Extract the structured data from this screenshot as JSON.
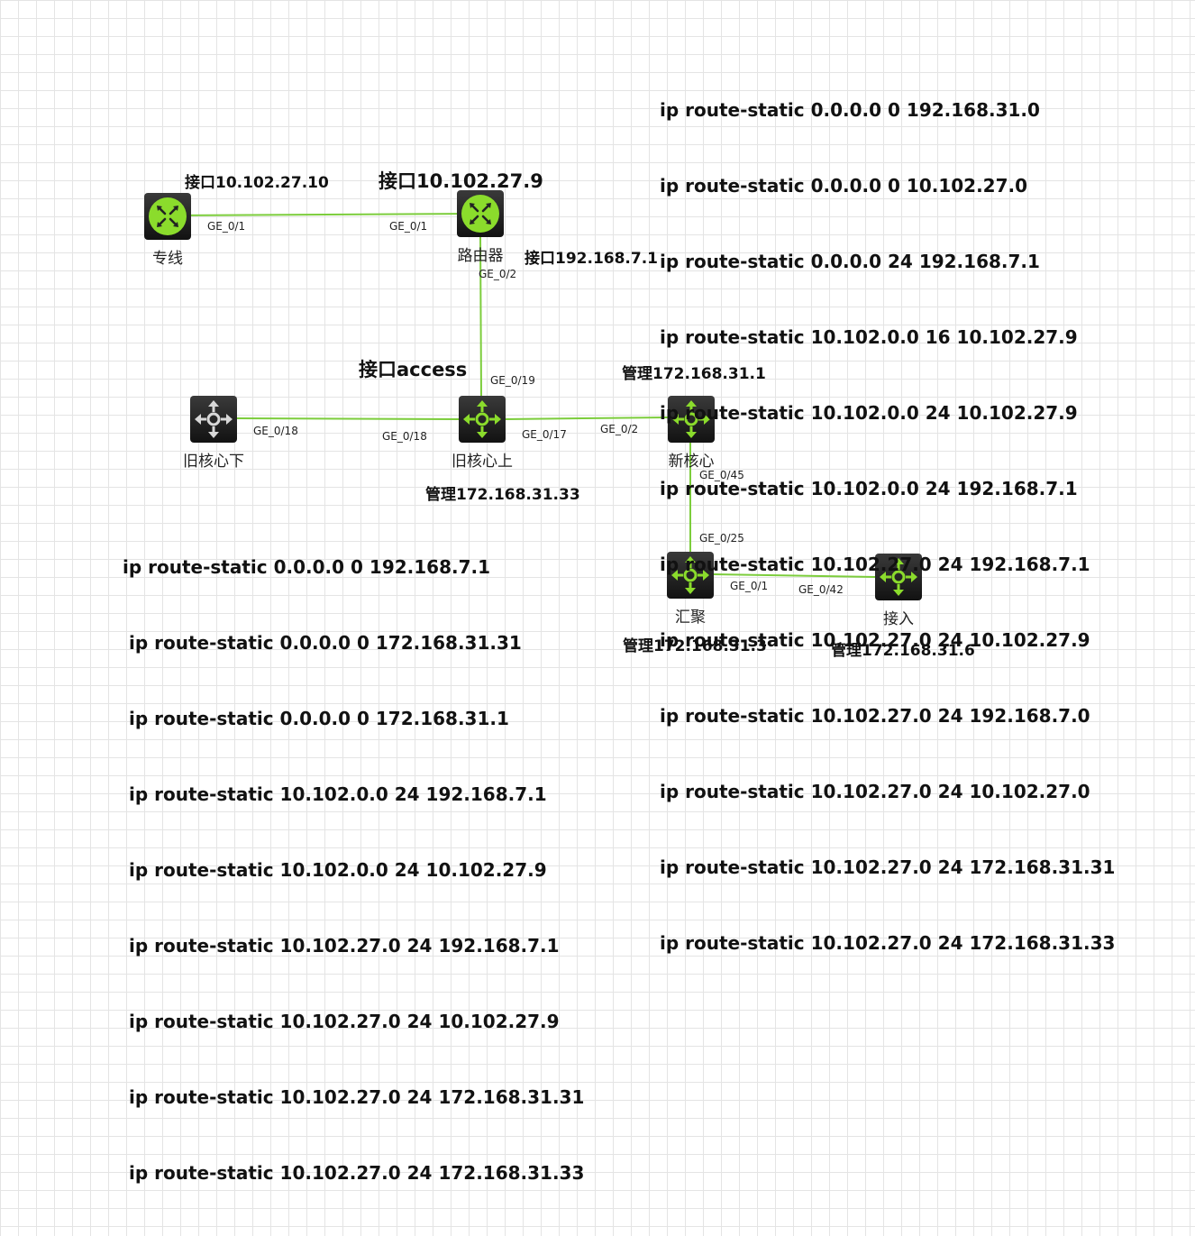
{
  "devices": {
    "line": {
      "name": "专线"
    },
    "router": {
      "name": "路由器"
    },
    "old_core_low": {
      "name": "旧核心下"
    },
    "old_core_up": {
      "name": "旧核心上"
    },
    "new_core": {
      "name": "新核心"
    },
    "aggregation": {
      "name": "汇聚"
    },
    "access": {
      "name": "接入"
    }
  },
  "ports": {
    "line_ge01": "GE_0/1",
    "router_ge01": "GE_0/1",
    "router_ge02": "GE_0/2",
    "oldup_ge019": "GE_0/19",
    "oldlow_ge018": "GE_0/18",
    "oldup_ge018": "GE_0/18",
    "oldup_ge017": "GE_0/17",
    "newcore_ge02": "GE_0/2",
    "newcore_ge045": "GE_0/45",
    "agg_ge025": "GE_0/25",
    "agg_ge01": "GE_0/1",
    "access_ge042": "GE_0/42"
  },
  "notes": {
    "line_iface": "接口10.102.27.10",
    "router_iface": "接口10.102.27.9",
    "router_iface2": "接口192.168.7.1",
    "access_iface": "接口access",
    "mgmt_newcore": "管理172.168.31.1",
    "mgmt_oldup": "管理172.168.31.33",
    "mgmt_agg": "管理172.168.31.3",
    "mgmt_access": "管理172.168.31.6"
  },
  "router_routes": [
    "ip route-static 0.0.0.0 0 192.168.31.0",
    "ip route-static 0.0.0.0 0 10.102.27.0",
    "ip route-static 0.0.0.0 24 192.168.7.1",
    "ip route-static 10.102.0.0 16 10.102.27.9",
    "ip route-static 10.102.0.0 24 10.102.27.9",
    "ip route-static 10.102.0.0 24 192.168.7.1",
    "ip route-static 10.102.27.0 24 192.168.7.1",
    "ip route-static 10.102.27.0 24 10.102.27.9",
    "ip route-static 10.102.27.0 24 192.168.7.0",
    "ip route-static 10.102.27.0 24 10.102.27.0",
    "ip route-static 10.102.27.0 24 172.168.31.31",
    "ip route-static 10.102.27.0 24 172.168.31.33"
  ],
  "core_routes": [
    "ip route-static 0.0.0.0 0 192.168.7.1",
    " ip route-static 0.0.0.0 0 172.168.31.31",
    " ip route-static 0.0.0.0 0 172.168.31.1",
    " ip route-static 10.102.0.0 24 192.168.7.1",
    " ip route-static 10.102.0.0 24 10.102.27.9",
    " ip route-static 10.102.27.0 24 192.168.7.1",
    " ip route-static 10.102.27.0 24 10.102.27.9",
    " ip route-static 10.102.27.0 24 172.168.31.31",
    " ip route-static 10.102.27.0 24 172.168.31.33"
  ],
  "colors": {
    "link": "#7ccd3c",
    "icon_active": "#8bdc2c",
    "icon_inactive": "#d8d8d8",
    "device_body": "#1e1e1e"
  },
  "icons": {
    "router": "router-icon",
    "switch": "l3-switch-icon"
  }
}
